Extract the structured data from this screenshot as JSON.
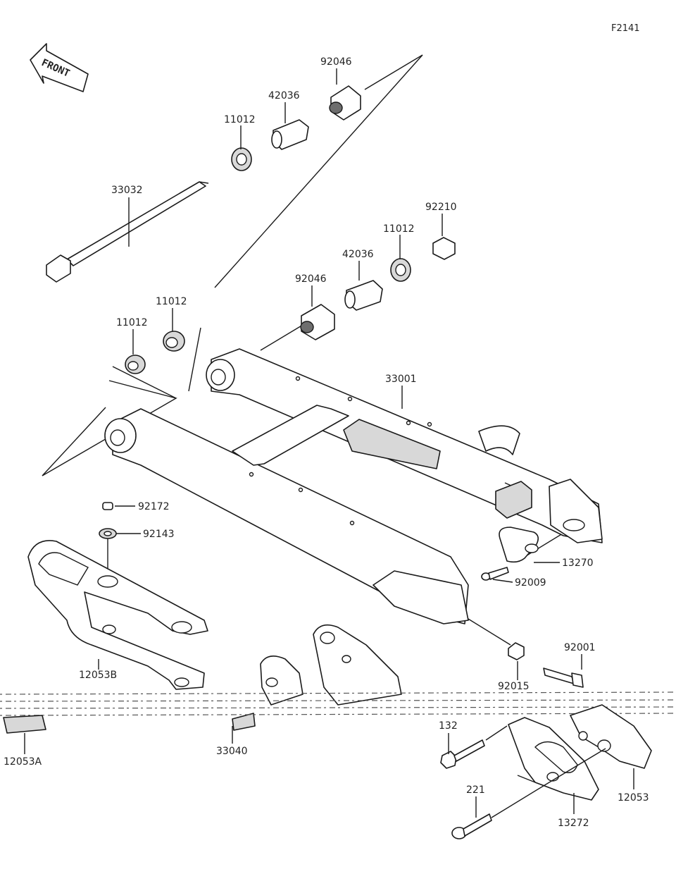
{
  "figure_id": "F2141",
  "front_label": "FRONT",
  "parts": [
    {
      "key": "p92046_top",
      "number": "92046"
    },
    {
      "key": "p42036_top",
      "number": "42036"
    },
    {
      "key": "p11012_top",
      "number": "11012"
    },
    {
      "key": "p33032",
      "number": "33032"
    },
    {
      "key": "p92210",
      "number": "92210"
    },
    {
      "key": "p11012_mid",
      "number": "11012"
    },
    {
      "key": "p42036_mid",
      "number": "42036"
    },
    {
      "key": "p92046_mid",
      "number": "92046"
    },
    {
      "key": "p11012_l1",
      "number": "11012"
    },
    {
      "key": "p11012_l2",
      "number": "11012"
    },
    {
      "key": "p33001",
      "number": "33001"
    },
    {
      "key": "p92172",
      "number": "92172"
    },
    {
      "key": "p92143",
      "number": "92143"
    },
    {
      "key": "p13270",
      "number": "13270"
    },
    {
      "key": "p92009",
      "number": "92009"
    },
    {
      "key": "p12053B",
      "number": "12053B"
    },
    {
      "key": "p92001",
      "number": "92001"
    },
    {
      "key": "p92015",
      "number": "92015"
    },
    {
      "key": "p132",
      "number": "132"
    },
    {
      "key": "p12053A",
      "number": "12053A"
    },
    {
      "key": "p33040",
      "number": "33040"
    },
    {
      "key": "p12053",
      "number": "12053"
    },
    {
      "key": "p221",
      "number": "221"
    },
    {
      "key": "p13272",
      "number": "13272"
    }
  ]
}
